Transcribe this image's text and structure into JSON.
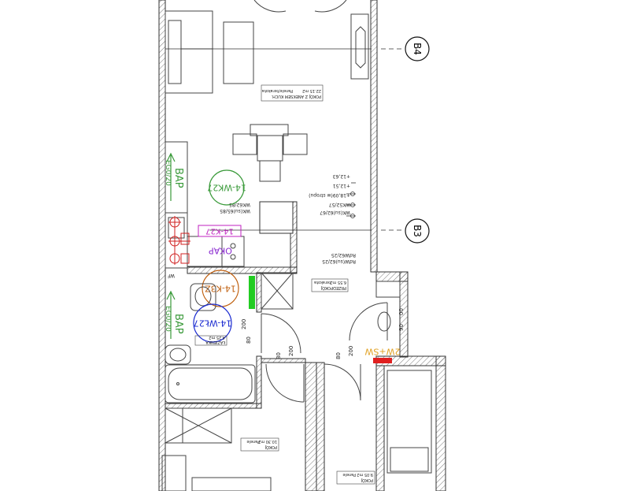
{
  "grid_axes": [
    {
      "label": "B4"
    },
    {
      "label": "B3"
    }
  ],
  "room_tags": {
    "living": {
      "title": "POKÓJ Z ANEKSEM KUCH.",
      "area": "22.15 m2",
      "finish": "Panele/terakota"
    },
    "hall": {
      "title": "PRZEDPOKÓJ",
      "area": "6.55 m2",
      "finish": "terakota"
    },
    "bath": {
      "title": "ŁAZIENKA",
      "area": "4.25 m2",
      "finish": "terakota"
    },
    "room1": {
      "title": "POKÓJ",
      "area": "10.30 m2",
      "finish": "Panele"
    },
    "room2": {
      "title": "POKÓJ",
      "area": "9.05 m2",
      "finish": "Panele"
    }
  },
  "devices": {
    "kitchen_socket": "14-WK27",
    "radiator_kitchen": "14-K27",
    "radiator_hall": "14-K3Z",
    "bath_socket": "14-WŁ27",
    "okap": "OKAP",
    "bap_top": "BAP",
    "bap_top_sub": "EG0/20",
    "bap_bottom": "BAP",
    "bap_bottom_sub": "EG0/20",
    "wf": "WF",
    "ref_tag": "2W+SW"
  },
  "level_marks": {
    "codes": [
      "WK(su)62/67",
      "WK52/57"
    ],
    "lines": [
      "+18,09(w stropu)",
      "+12,51",
      "+12,63"
    ],
    "codes2": [
      "WK(su)65/85",
      "WK62/85"
    ],
    "rdw": [
      "RdW(su)62/25",
      "RdW62/25"
    ]
  },
  "dims": {
    "d200a": "200",
    "d200b": "200",
    "d80a": "80",
    "d80b": "80",
    "d200c": "200",
    "d80c": "80",
    "d200d": "200",
    "d90": "90",
    "d00": "00"
  }
}
